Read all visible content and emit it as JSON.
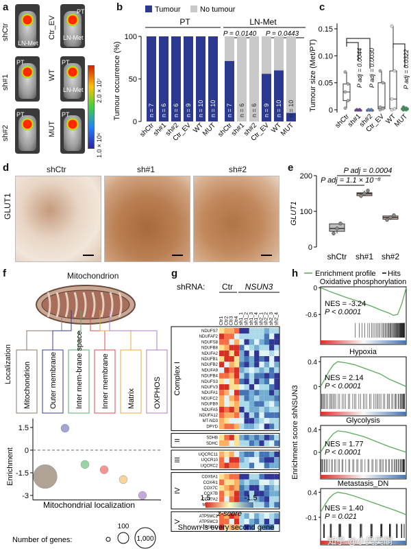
{
  "panels": {
    "a": "a",
    "b": "b",
    "c": "c",
    "d": "d",
    "e": "e",
    "f": "f",
    "g": "g",
    "h": "h"
  },
  "a": {
    "rows_left": [
      "shCtr",
      "sh#1",
      "sh#2"
    ],
    "rows_right": [
      "Ctr_EV",
      "WT",
      "MUT"
    ],
    "img_labels": [
      "PT",
      "LN-Met"
    ],
    "colorbar_max": "2.0 × 10⁷",
    "colorbar_min": "1.0 × 10⁶"
  },
  "b": {
    "legend": [
      "Tumour",
      "No tumour"
    ],
    "ylabel": "Tumour occurrence (%)",
    "yticks": [
      "0",
      "50",
      "100"
    ],
    "group_pt": "PT",
    "group_ln": "LN-Met",
    "pvalues": [
      "P = 0.0140",
      "P = 0.0443"
    ],
    "colors": {
      "tumour": "#2b3a8f",
      "no_tumour": "#c8c8c8"
    }
  },
  "chart_data": [
    {
      "type": "bar",
      "panel": "b",
      "group": "PT",
      "categories": [
        "shCtr",
        "sh#1",
        "sh#2",
        "Ctr_EV",
        "WT",
        "MUT"
      ],
      "n": [
        "n = 7",
        "n = 6",
        "n = 6",
        "n = 9",
        "n = 10",
        "n = 10"
      ],
      "series": [
        {
          "name": "Tumour",
          "values": [
            100,
            100,
            100,
            100,
            100,
            100
          ]
        },
        {
          "name": "No tumour",
          "values": [
            0,
            0,
            0,
            0,
            0,
            0
          ]
        }
      ],
      "ylim": [
        0,
        100
      ]
    },
    {
      "type": "bar",
      "panel": "b",
      "group": "LN-Met",
      "categories": [
        "shCtr",
        "sh#1",
        "sh#2",
        "Ctr_EV",
        "WT",
        "MUT"
      ],
      "n": [
        "n = 7",
        "n = 6",
        "n = 6",
        "n = 9",
        "n = 10",
        "n = 10"
      ],
      "series": [
        {
          "name": "Tumour",
          "values": [
            71,
            0,
            0,
            56,
            60,
            10
          ]
        },
        {
          "name": "No tumour",
          "values": [
            29,
            100,
            100,
            44,
            40,
            90
          ]
        }
      ],
      "ylim": [
        0,
        100
      ]
    },
    {
      "type": "box",
      "panel": "c",
      "ylabel": "Tumour size (Met/PT)",
      "yticks": [
        "0",
        "0.05",
        "0.10",
        "0.15"
      ],
      "ylim": [
        0,
        0.16
      ],
      "categories": [
        "shCtr",
        "sh#1",
        "sh#2",
        "Ctr_EV",
        "WT",
        "MUT"
      ],
      "colors": [
        "#a8a8a8",
        "#6a3fa0",
        "#5a7fd0",
        "#a8a8a8",
        "#d8d8d8",
        "#3a9a5a"
      ],
      "boxes": [
        {
          "min": 0.003,
          "q1": 0.017,
          "median": 0.033,
          "q3": 0.048,
          "max": 0.07
        },
        {
          "min": 0,
          "q1": 0,
          "median": 0,
          "q3": 0,
          "max": 0
        },
        {
          "min": 0,
          "q1": 0,
          "median": 0,
          "q3": 0,
          "max": 0
        },
        {
          "min": 0,
          "q1": 0.002,
          "median": 0.005,
          "q3": 0.05,
          "max": 0.072
        },
        {
          "min": 0,
          "q1": 0.002,
          "median": 0.02,
          "q3": 0.072,
          "max": 0.155
        },
        {
          "min": 0,
          "q1": 0,
          "median": 0,
          "q3": 0.003,
          "max": 0.005
        }
      ],
      "pvalues": [
        "P adj = 0.0044",
        "P adj = 0.0030",
        "P adj = 0.0322"
      ]
    },
    {
      "type": "box",
      "panel": "e",
      "ylabel": "GLUT1",
      "yticks": [
        "0",
        "100",
        "200"
      ],
      "ylim": [
        0,
        200
      ],
      "categories": [
        "shCtr",
        "sh#1",
        "sh#2"
      ],
      "colors": [
        "#bdbdbd",
        "#b89a8a",
        "#d8b8a8"
      ],
      "boxes": [
        {
          "min": 38,
          "q1": 44,
          "median": 52,
          "q3": 65,
          "max": 66
        },
        {
          "min": 143,
          "q1": 144,
          "median": 150,
          "q3": 152,
          "max": 158
        },
        {
          "min": 76,
          "q1": 78,
          "median": 83,
          "q3": 87,
          "max": 89
        }
      ],
      "pvalues": [
        "P adj = 0.0004",
        "P adj = 1.1 × 10⁻⁸"
      ]
    },
    {
      "type": "scatter",
      "panel": "f",
      "ylabel": "Enrichment",
      "xlabel": "Mitochondrial localization",
      "yticks": [
        "1.5",
        "0",
        "-1.5",
        "-3"
      ],
      "ylim": [
        -3.3,
        2.1
      ],
      "categories": [
        "Mitochondrion",
        "Outer membrane",
        "Inter membrane space",
        "Inner membrane",
        "Matrix",
        "OXPHOS"
      ],
      "values": [
        -1.75,
        1.45,
        -0.95,
        -1.3,
        -1.95,
        -3.0
      ],
      "sizes": [
        1000,
        60,
        40,
        110,
        90,
        45
      ],
      "colors": [
        "#a89a8a",
        "#9a9ad0",
        "#8ed0a0",
        "#f08a8a",
        "#f8d090",
        "#c0a0d8"
      ]
    },
    {
      "type": "line",
      "panel": "h",
      "ylabel": "Enrichment score shNSUN3",
      "legend": [
        "Enrichment profile",
        "Hits"
      ],
      "subplots": [
        {
          "title": "Oxidative phosphorylation",
          "yticks": [
            "0",
            "-0.6"
          ],
          "ylim": [
            -0.7,
            0.05
          ],
          "stat1": "NES = -3.24",
          "stat2": "P < 0.0001",
          "x": [
            0,
            0.1,
            0.2,
            0.3,
            0.4,
            0.5,
            0.6,
            0.7,
            0.8,
            0.85,
            0.9,
            0.95,
            1.0
          ],
          "y": [
            0,
            -0.08,
            -0.15,
            -0.22,
            -0.28,
            -0.35,
            -0.42,
            -0.5,
            -0.57,
            -0.62,
            -0.6,
            -0.35,
            0
          ]
        },
        {
          "title": "Hypoxia",
          "yticks": [
            "0.4",
            "0"
          ],
          "ylim": [
            -0.05,
            0.5
          ],
          "stat1": "NES = 2.14",
          "stat2": "P < 0.0001",
          "x": [
            0,
            0.05,
            0.1,
            0.15,
            0.2,
            0.3,
            0.4,
            0.5,
            0.6,
            0.7,
            0.8,
            0.9,
            1.0
          ],
          "y": [
            0,
            0.12,
            0.25,
            0.35,
            0.4,
            0.38,
            0.35,
            0.3,
            0.25,
            0.2,
            0.12,
            0.06,
            0
          ]
        },
        {
          "title": "Glycolysis",
          "yticks": [
            "0.4",
            "0"
          ],
          "ylim": [
            -0.05,
            0.5
          ],
          "stat1": "NES = 1.77",
          "stat2": "P < 0.0001",
          "x": [
            0,
            0.05,
            0.1,
            0.15,
            0.2,
            0.3,
            0.4,
            0.5,
            0.6,
            0.7,
            0.8,
            0.9,
            1.0
          ],
          "y": [
            0,
            0.12,
            0.24,
            0.33,
            0.38,
            0.36,
            0.32,
            0.28,
            0.22,
            0.16,
            0.1,
            0.05,
            0
          ]
        },
        {
          "title": "Metastasis_DN",
          "yticks": [
            "0.4",
            "-0.1"
          ],
          "ylim": [
            -0.15,
            0.5
          ],
          "stat1": "NES = 1.40",
          "stat2": "P = 0.021",
          "x": [
            0,
            0.05,
            0.1,
            0.15,
            0.2,
            0.3,
            0.4,
            0.5,
            0.6,
            0.7,
            0.8,
            0.9,
            1.0
          ],
          "y": [
            0,
            0.15,
            0.28,
            0.36,
            0.4,
            0.37,
            0.32,
            0.26,
            0.2,
            0.14,
            0.08,
            0.02,
            -0.05
          ]
        }
      ]
    }
  ],
  "d": {
    "ylabel": "GLUT1",
    "titles": [
      "shCtr",
      "sh#1",
      "sh#2"
    ]
  },
  "e": {
    "ylabel": "GLUT1"
  },
  "f": {
    "title": "Mitochondrion",
    "ylabel_top": "Localization",
    "categories": [
      "Mitochondrion",
      "Outer membrane",
      "Inter mem-brane space",
      "Inner membrane",
      "Matrix",
      "OXPHOS"
    ],
    "size_legend_label": "Number of genes:",
    "size_legend_values": [
      "100",
      "1,000"
    ]
  },
  "g": {
    "header": "shRNA:",
    "group_ctr": "Ctr",
    "group_nsun3": "NSUN3",
    "columns": [
      "Ctr1",
      "Ctr2",
      "Ctr3",
      "Ctr4",
      "sh1_1",
      "sh1_2",
      "sh1_3",
      "sh1_4",
      "sh2_1",
      "sh2_2",
      "sh2_3",
      "sh2_4"
    ],
    "complexes": [
      {
        "label": "Complex I",
        "genes": [
          "NDUFS7",
          "NDUFAF2",
          "NDUFS8",
          "NDUFB8",
          "NDUFA2",
          "NDUFB1",
          "NDUFB2",
          "NDUFA9",
          "NDUFB4",
          "NDUFS3",
          "NDUFV3",
          "NDUFA1",
          "NDUFC2",
          "NDUFB9",
          "NDUFA5",
          "NDUFA12",
          "MT-ND3",
          "DPYD"
        ]
      },
      {
        "label": "II",
        "genes": [
          "SDHB",
          "SDHC"
        ]
      },
      {
        "label": "III",
        "genes": [
          "UQCRC11",
          "UQCR10",
          "UQCRC2"
        ]
      },
      {
        "label": "IV",
        "genes": [
          "COX6A1",
          "COX4I1",
          "COX7C",
          "COX7B",
          "COX7A2",
          "MT-CO1"
        ]
      },
      {
        "label": "V",
        "genes": [
          "ATP5MC1",
          "ATP5MC3",
          "ATP5F1D"
        ]
      }
    ],
    "scale_max": "1.5",
    "scale_min": "-1.5",
    "scale_label": "z-score",
    "footnote": "Shown is every second gene"
  },
  "h": {
    "legend_profile": "Enrichment profile",
    "legend_hits": "Hits"
  },
  "watermark": "知乎 @小昊昊酮"
}
